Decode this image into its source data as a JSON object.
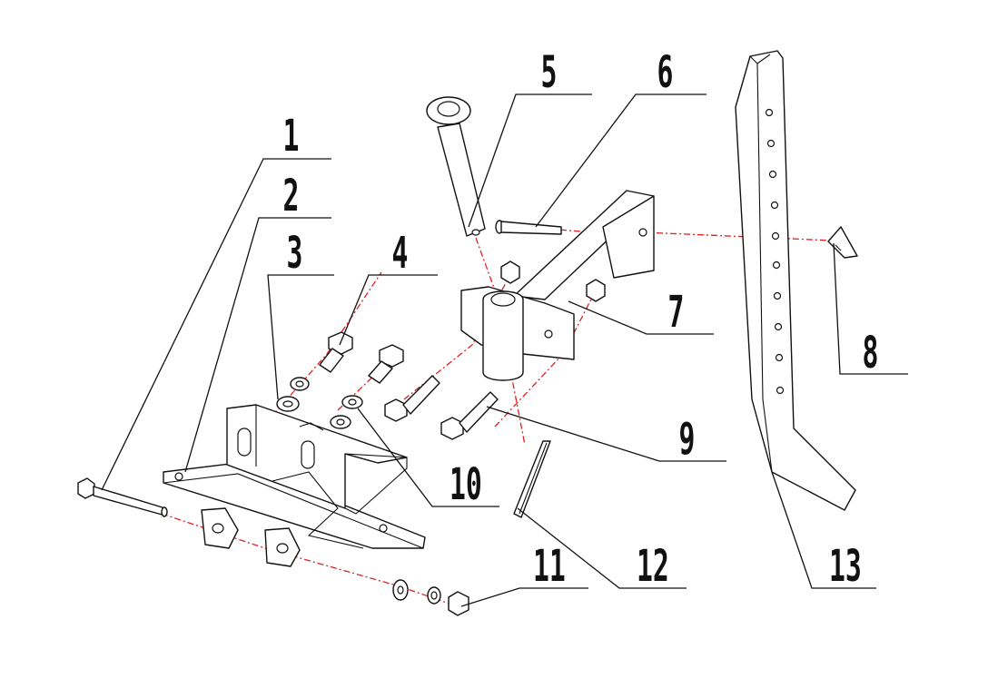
{
  "diagram": {
    "callouts": [
      {
        "id": "1",
        "label": "1"
      },
      {
        "id": "2",
        "label": "2"
      },
      {
        "id": "3",
        "label": "3"
      },
      {
        "id": "4",
        "label": "4"
      },
      {
        "id": "5",
        "label": "5"
      },
      {
        "id": "6",
        "label": "6"
      },
      {
        "id": "7",
        "label": "7"
      },
      {
        "id": "8",
        "label": "8"
      },
      {
        "id": "9",
        "label": "9"
      },
      {
        "id": "10",
        "label": "10"
      },
      {
        "id": "11",
        "label": "11"
      },
      {
        "id": "12",
        "label": "12"
      },
      {
        "id": "13",
        "label": "13"
      }
    ],
    "colors": {
      "line": "#111111",
      "assembly_axis": "#e02020",
      "background": "#ffffff"
    }
  }
}
